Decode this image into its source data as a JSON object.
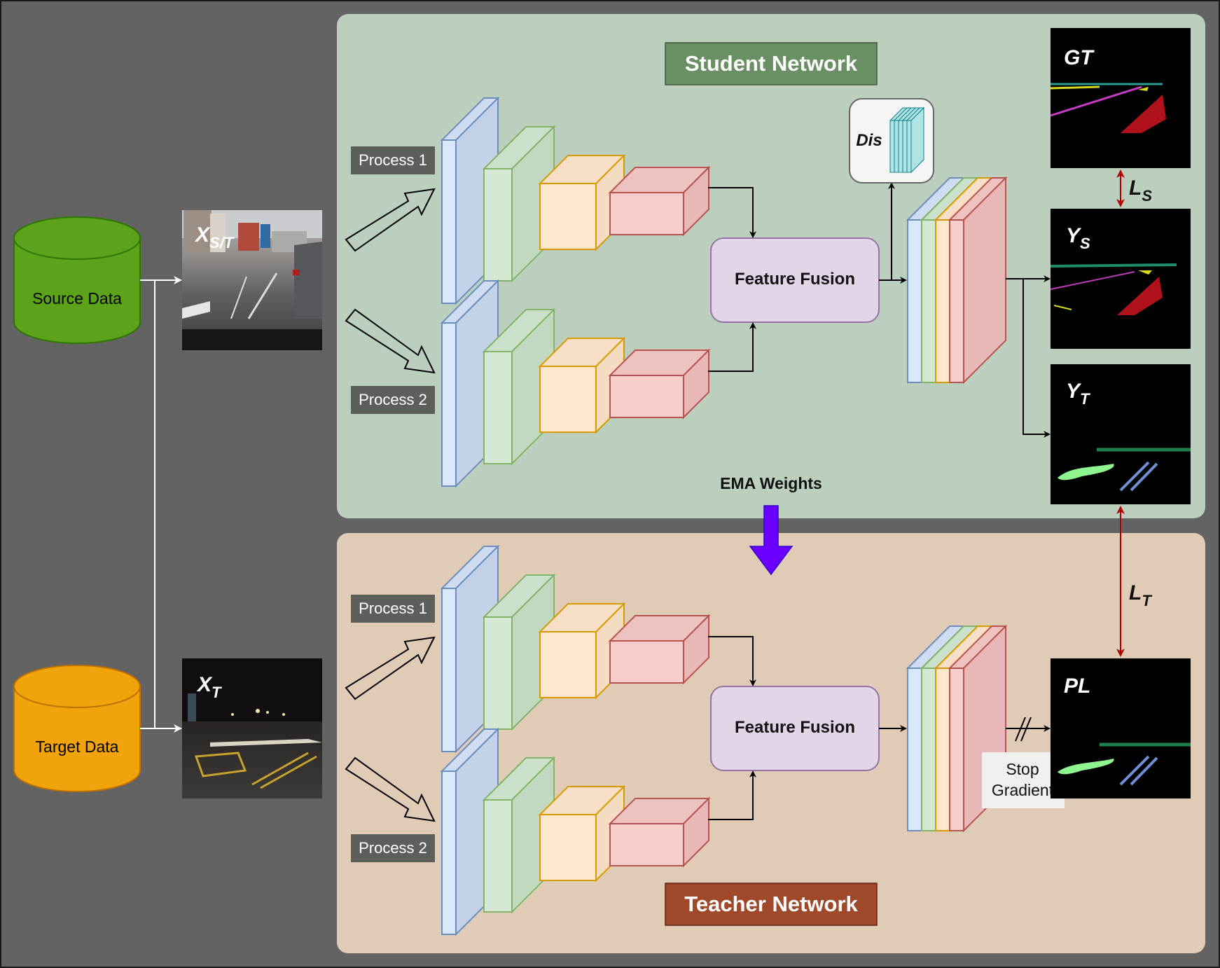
{
  "student": {
    "title": "Student Network",
    "process1_label": "Process 1",
    "process2_label": "Process 2",
    "fusion_label": "Feature Fusion",
    "dis_label": "Dis",
    "panel_color": "#bccfbe",
    "title_color": "#6a8f64"
  },
  "teacher": {
    "title": "Teacher Network",
    "process1_label": "Process 1",
    "process2_label": "Process 2",
    "fusion_label": "Feature Fusion",
    "panel_color": "#e0cbb7",
    "title_color": "#a0492a"
  },
  "ema_label": "EMA Weights",
  "stop_gradient": {
    "line1": "Stop",
    "line2": "Gradient"
  },
  "inputs": {
    "source_label": "Source Data",
    "target_label": "Target Data",
    "source_color": "#5da21b",
    "target_color": "#f0a30a"
  },
  "image_labels": {
    "xst_main": "X",
    "xst_sub": "S/T",
    "xt_main": "X",
    "xt_sub": "T"
  },
  "outputs": {
    "gt": "GT",
    "ys_main": "Y",
    "ys_sub": "S",
    "yt_main": "Y",
    "yt_sub": "T",
    "pl": "PL"
  },
  "losses": {
    "ls_main": "L",
    "ls_sub": "S",
    "lt_main": "L",
    "lt_sub": "T"
  },
  "block_colors": {
    "blue": "#dae8fc",
    "green": "#d5e8d4",
    "orange": "#ffe6cc",
    "red": "#f8cecc"
  }
}
